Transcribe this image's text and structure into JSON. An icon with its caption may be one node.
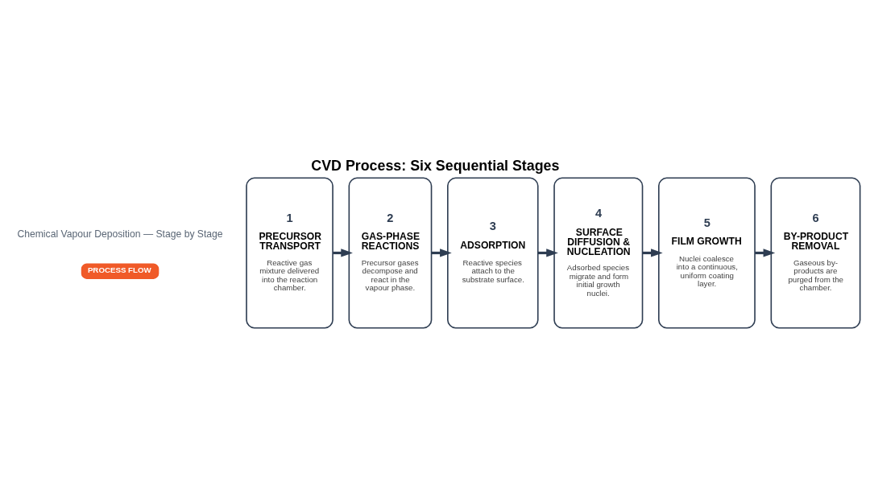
{
  "diagram": {
    "title": "CVD Process: Six Sequential Stages",
    "nodes": [
      {
        "text": [
          "1",
          "PRECURSOR TRANSPORT",
          "Reactive gas mixture delivered into the reaction chamber."
        ]
      },
      {
        "text": [
          "2",
          "GAS-PHASE REACTIONS",
          "Precursor gases decompose and react in the vapour phase."
        ]
      },
      {
        "text": [
          "3",
          "ADSORPTION",
          "Reactive species attach to the substrate surface."
        ]
      },
      {
        "text": [
          "4",
          "SURFACE DIFFUSION & NUCLEATION",
          "Adsorbed species migrate and form initial growth nuclei."
        ]
      },
      {
        "text": [
          "5",
          "FILM GROWTH",
          "Nuclei coalesce into a continuous, uniform coating layer."
        ]
      },
      {
        "text": [
          "6",
          "BY-PRODUCT REMOVAL",
          "Gaseous by-products are purged from the chamber."
        ]
      }
    ],
    "edges": [
      {
        "from": 0,
        "to": 1,
        "arrow": "to"
      },
      {
        "from": 1,
        "to": 2,
        "arrow": "to"
      },
      {
        "from": 2,
        "to": 3,
        "arrow": "to"
      },
      {
        "from": 3,
        "to": 4,
        "arrow": "to"
      },
      {
        "from": 4,
        "to": 5,
        "arrow": "to"
      }
    ],
    "labels": [
      "Chemical Vapour Deposition — Stage by Stage",
      "PROCESS FLOW"
    ]
  }
}
